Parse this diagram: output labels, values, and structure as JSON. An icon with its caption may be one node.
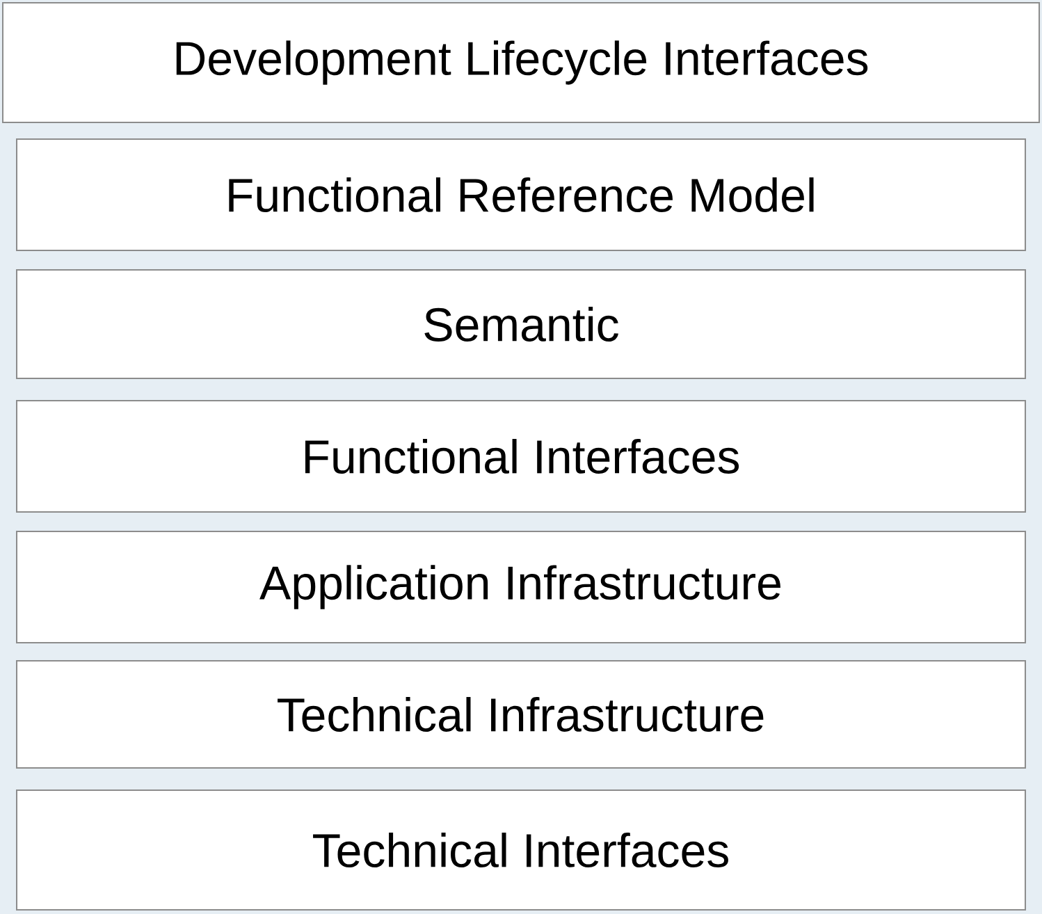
{
  "diagram": {
    "nodes": [
      {
        "text": [
          "Development Lifecycle Interfaces"
        ]
      },
      {
        "text": [
          "Functional Reference Model"
        ]
      },
      {
        "text": [
          "Semantic"
        ]
      },
      {
        "text": [
          "Functional Interfaces"
        ]
      },
      {
        "text": [
          "Application Infrastructure"
        ]
      },
      {
        "text": [
          "Technical Infrastructure"
        ]
      },
      {
        "text": [
          "Technical Interfaces"
        ]
      }
    ]
  }
}
